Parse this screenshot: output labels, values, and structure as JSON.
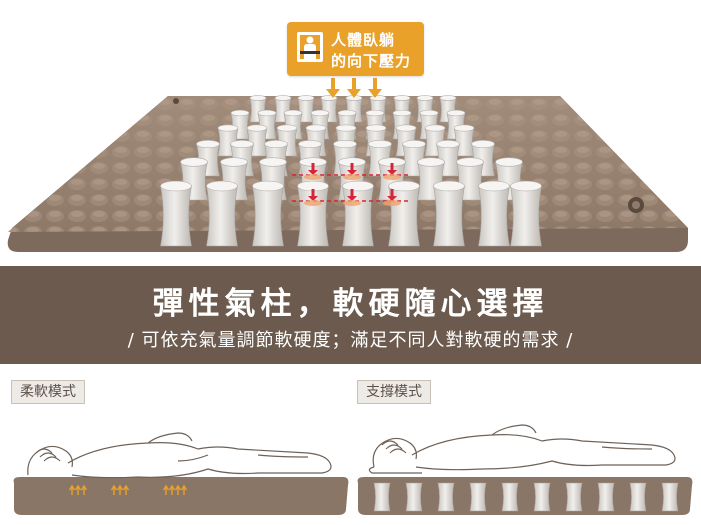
{
  "callout": {
    "line1": "人體臥躺",
    "line2": "的向下壓力",
    "icon": "person-lying-icon",
    "color": "#e9a12a"
  },
  "banner": {
    "title": "彈性氣柱，軟硬隨心選擇",
    "subtitle": "/ 可依充氣量調節軟硬度；滿足不同人對軟硬的需求 /",
    "color": "#6b5a4d"
  },
  "modes": {
    "soft_label": "柔軟模式",
    "firm_label": "支撐模式"
  },
  "colors": {
    "mattress": "#9b8574",
    "mattress_dark": "#7d6a5c",
    "column": "#d9d7d3",
    "arrow": "#e9a12a",
    "pressure_arrow": "#d6243a"
  }
}
